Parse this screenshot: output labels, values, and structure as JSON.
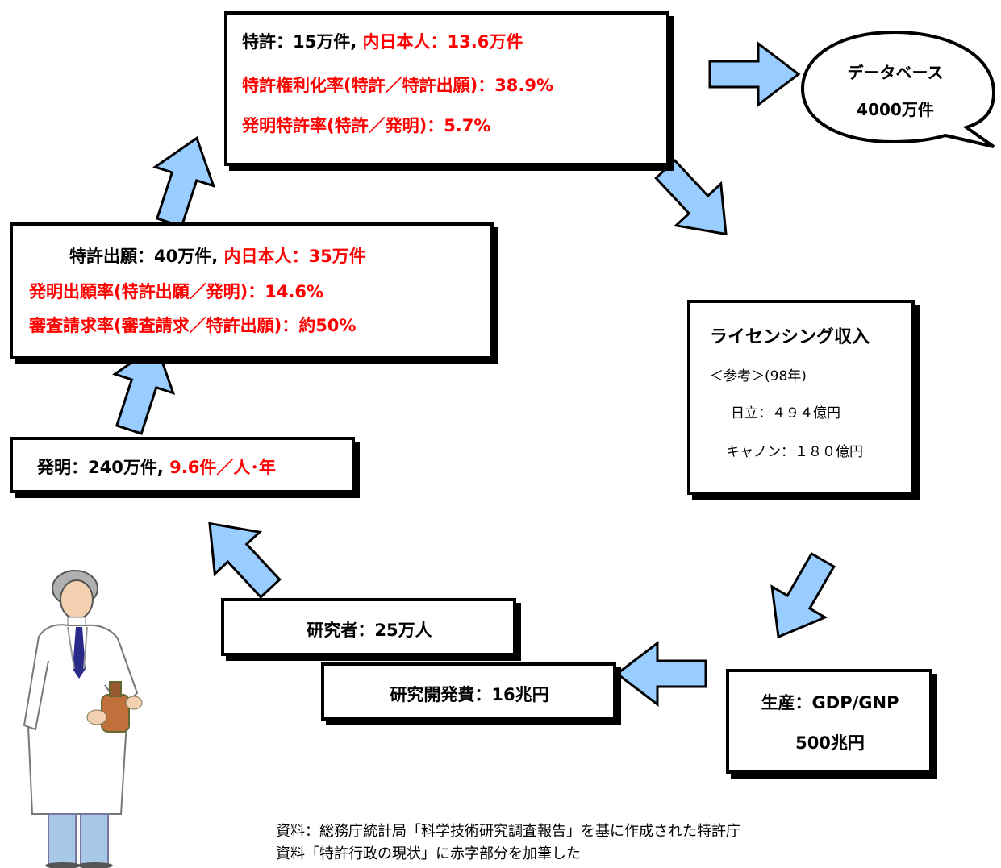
{
  "patent_box": {
    "line1_a": "特許：15万件,",
    "line1_b": "内日本人：13.6万件",
    "line2": "特許権利化率(特許／特許出願)：38.9%",
    "line3": "発明特許率(特許／発明)：5.7%"
  },
  "database_bubble": {
    "line1": "データベース",
    "line2": "4000万件"
  },
  "application_box": {
    "line1_a": "特許出願：40万件,",
    "line1_b": "内日本人：35万件",
    "line2": "発明出願率(特許出願／発明)：14.6%",
    "line3": "審査請求率(審査請求／特許出願)：約50%"
  },
  "licensing_box": {
    "title": "ライセンシング収入",
    "ref": "＜参考＞(98年)",
    "hitachi": "日立：４９４億円",
    "canon": "キャノン：１８０億円"
  },
  "invention_box": {
    "line_a": "発明：240万件,",
    "line_b": "9.6件／人･年"
  },
  "researcher_box": {
    "label": "研究者：25万人"
  },
  "rnd_box": {
    "label": "研究開発費：16兆円"
  },
  "production_box": {
    "line1": "生産：GDP/GNP",
    "line2": "500兆円"
  },
  "source_note": {
    "line1": "資料：総務庁統計局「科学技術研究調査報告」を基に作成された特許庁",
    "line2": "資料「特許行政の現状」に赤字部分を加筆した"
  },
  "colors": {
    "arrow_fill": "#99ccff",
    "highlight": "#ff0000",
    "coat": "#ffffff",
    "trousers": "#a8c8e8"
  }
}
